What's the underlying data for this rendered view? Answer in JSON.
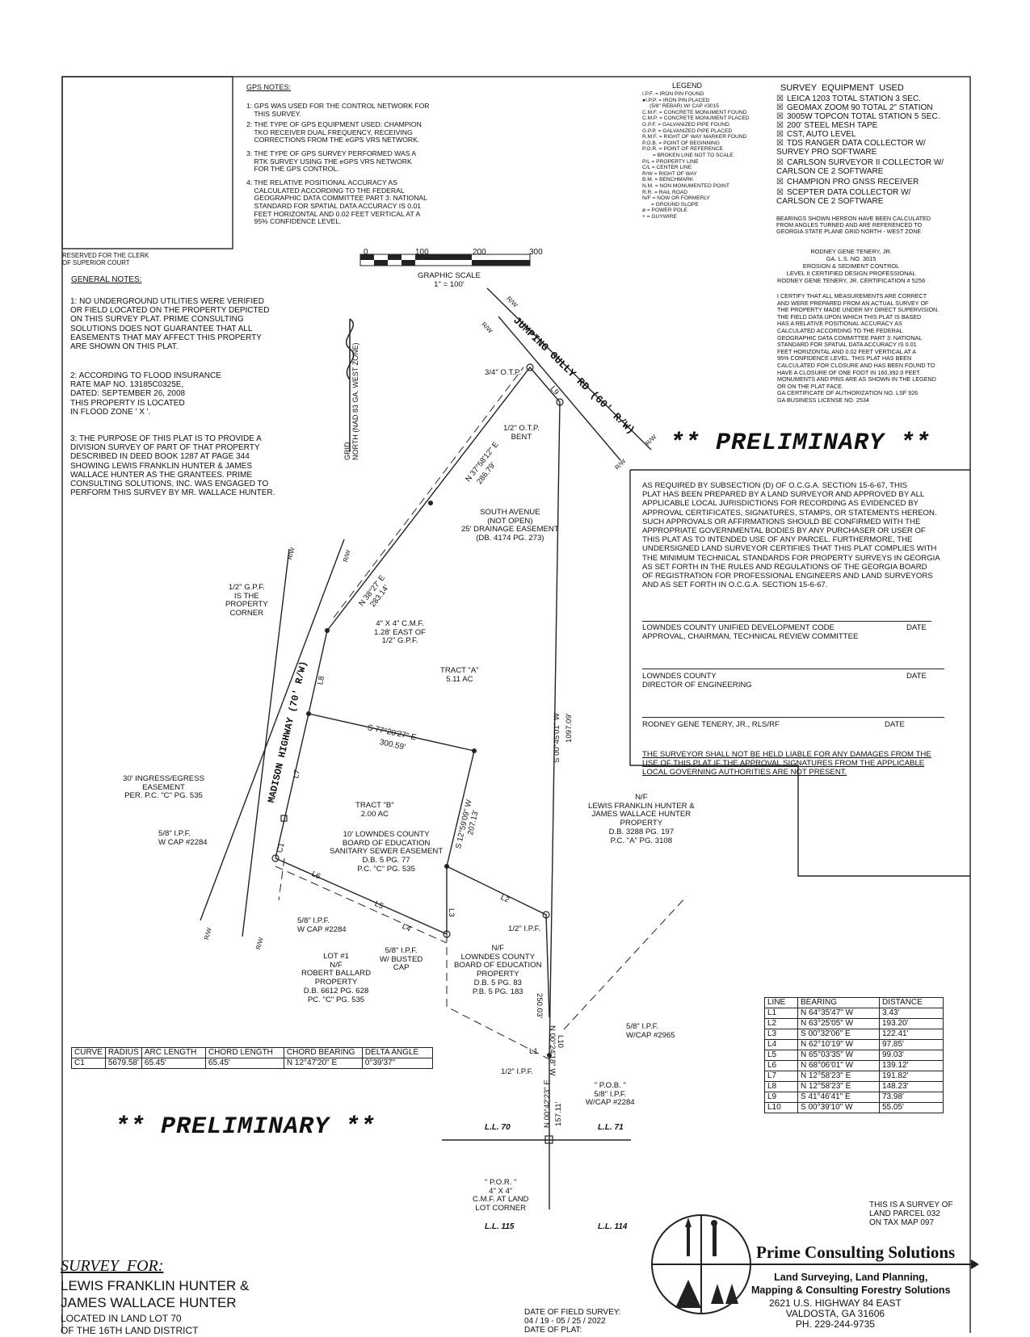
{
  "gps_notes": {
    "title": "GPS NOTES:",
    "items": [
      "1: GPS WAS USED FOR THE CONTROL NETWORK FOR\n    THIS SURVEY.",
      "2: THE TYPE OF GPS EQUIPMENT USED: CHAMPION\n    TKO RECEIVER DUAL FREQUENCY, RECEIVING\n    CORRECTIONS FROM THE eGPS VRS NETWORK.",
      "3: THE TYPE OF GPS SURVEY PERFORMED WAS A\n    RTK SURVEY USING THE eGPS VRS NETWORK\n    FOR THE GPS CONTROL.",
      "4: THE RELATIVE POSITIONAL ACCURACY AS\n    CALCULATED ACCORDING TO THE FEDERAL\n    GEOGRAPHIC DATA COMMITTEE PART 3: NATIONAL\n    STANDARD FOR SPATIAL DATA ACCURACY IS 0.01\n    FEET HORIZONTAL AND 0.02 FEET VERTICAL AT A\n    95% CONFIDENCE LEVEL."
    ]
  },
  "reserved": "RESERVED FOR THE CLERK\nOF SUPERIOR COURT",
  "general_notes": {
    "title": "GENERAL NOTES:",
    "note1": "1: NO UNDERGROUND UTILITIES WERE VERIFIED\nOR FIELD LOCATED ON THE PROPERTY DEPICTED\nON THIS SURVEY PLAT. PRIME CONSULTING\nSOLUTIONS DOES NOT GUARANTEE THAT ALL\nEASEMENTS THAT MAY AFFECT THIS PROPERTY\nARE SHOWN ON THIS PLAT.",
    "note2": "2: ACCORDING TO FLOOD INSURANCE\nRATE MAP NO. 13185C0325E,\nDATED: SEPTEMBER 26, 2008\nTHIS PROPERTY IS LOCATED\nIN FLOOD ZONE ' X '.",
    "note3": "3: THE PURPOSE OF THIS PLAT IS TO PROVIDE A\nDIVISION SURVEY OF PART OF THAT PROPERTY\nDESCRIBED IN DEED BOOK 1287 AT PAGE 344\nSHOWING LEWIS FRANKLIN HUNTER & JAMES\nWALLACE HUNTER AS THE GRANTEES. PRIME\nCONSULTING SOLUTIONS, INC. WAS ENGAGED TO\nPERFORM THIS SURVEY BY MR. WALLACE HUNTER."
  },
  "legend": {
    "title": "LEGEND",
    "entries": "I.P.F. = IRON PIN FOUND\n●I.P.P. = IRON PIN PLACED\n     (5/8\" REBAR) W/ CAP #3015\nC.M.F. = CONCRETE MONUMENT FOUND\nC.M.P. = CONCRETE MONUMENT PLACED\nG.P.F. = GALVANIZED PIPE FOUND\nG.P.P. = GALVANIZED PIPE PLACED\nR.M.F. = RIGHT OF WAY MARKER FOUND\nP.O.B. = POINT OF BEGINNING\nP.O.R. = POINT OF REFERENCE\n       = BROKEN LINE NOT TO SCALE\nP/L = PROPERTY LINE\nC/L = CENTER LINE\nR/W = RIGHT OF WAY\nB.M. = BENCHMARK\nN.M. = NON MONUMENTED POINT\nR.R. = RAIL ROAD\nN/F = NOW OR FORMERLY\n      = GROUND SLOPE\nø = POWER POLE\n+ = GUYWIRE"
  },
  "equipment": {
    "title": "SURVEY  EQUIPMENT  USED",
    "items": [
      "LEICA 1203 TOTAL STATION 3 SEC.",
      "GEOMAX ZOOM 90 TOTAL 2\" STATION",
      "3005W TOPCON TOTAL STATION 5 SEC.",
      "200' STEEL MESH TAPE",
      "CST, AUTO LEVEL",
      "TDS RANGER DATA COLLECTOR W/\nSURVEY PRO SOFTWARE",
      "CARLSON SURVEYOR II COLLECTOR W/\nCARLSON CE 2 SOFTWARE",
      "CHAMPION PRO GNSS RECEIVER",
      "SCEPTER DATA COLLECTOR W/\nCARLSON CE 2 SOFTWARE"
    ],
    "bearings_note": "BEARINGS SHOWN HEREON HAVE BEEN CALCULATED\nFROM ANGLES TURNED AND ARE REFERENCED TO\nGEORGIA STATE PLANE GRID NORTH - WEST ZONE"
  },
  "surveyor_block": "RODNEY GENE TENERY, JR.\nGA. L.S. NO. 3015\nEROSION & SEDIMENT CONTROL\nLEVEL II CERTIFIED DESIGN PROFESSIONAL\nRODNEY GENE TENERY, JR. CERTIFICATION # 5256",
  "certify": "I CERTIFY THAT ALL MEASUREMENTS ARE CORRECT\nAND WERE PREPARED FROM AN ACTUAL SURVEY OF\nTHE PROPERTY MADE UNDER MY DIRECT SUPERVISION.\nTHE FIELD DATA UPON WHICH THIS PLAT IS BASED\nHAS A RELATIVE POSITIONAL ACCURACY AS\nCALCULATED ACCORDING TO THE FEDERAL\nGEOGRAPHIC DATA COMMITTEE PART 3: NATIONAL\nSTANDARD FOR SPATIAL DATA ACCURACY IS 0.01\nFEET HORIZONTAL AND 0.02 FEET VERTICAL AT A\n95% CONFIDENCE LEVEL. THIS PLAT HAS BEEN\nCALCULATED FOR CLOSURE AND HAS BEEN FOUND TO\nHAVE A CLOSURE OF ONE FOOT IN 160,392.0 FEET.\nMONUMENTS AND PINS ARE AS SHOWN IN THE LEGEND\nOR ON THE PLAT FACE.\nGA CERTIFICATE OF AUTHORIZATION NO. LSF 926\nGA BUSINESS LICENSE NO. 2534",
  "preliminary": "** PRELIMINARY **",
  "ocga": "AS REQUIRED BY SUBSECTION (D) OF O.C.G.A. SECTION 15-6-67, THIS\nPLAT HAS BEEN PREPARED BY A LAND SURVEYOR AND APPROVED BY ALL\nAPPLICABLE LOCAL JURISDICTIONS FOR RECORDING AS EVIDENCED BY\nAPPROVAL CERTIFICATES, SIGNATURES, STAMPS, OR STATEMENTS HEREON.\nSUCH APPROVALS OR AFFIRMATIONS SHOULD BE CONFIRMED WITH THE\nAPPROPRIATE GOVERNMENTAL BODIES BY ANY PURCHASER OR USER OF\nTHIS PLAT AS TO INTENDED USE OF ANY PARCEL. FURTHERMORE, THE\nUNDERSIGNED LAND SURVEYOR CERTIFIES THAT THIS PLAT COMPLIES WITH\nTHE MINIMUM TECHNICAL STANDARDS FOR PROPERTY SURVEYS IN GEORGIA\nAS SET FORTH IN THE RULES AND REGULATIONS OF THE GEORGIA BOARD\nOF REGISTRATION FOR PROFESSIONAL ENGINEERS AND LAND SURVEYORS\nAND AS SET FORTH IN O.C.G.A. SECTION 15-6-67.",
  "signatures": [
    {
      "label": "LOWNDES COUNTY UNIFIED DEVELOPMENT CODE\nAPPROVAL, CHAIRMAN, TECHNICAL REVIEW COMMITTEE",
      "date": "DATE"
    },
    {
      "label": "LOWNDES COUNTY\nDIRECTOR OF ENGINEERING",
      "date": "DATE"
    },
    {
      "label": "RODNEY GENE TENERY, JR., RLS/RF",
      "date": "DATE"
    }
  ],
  "liability": "THE SURVEYOR SHALL NOT BE HELD LIABLE FOR ANY DAMAGES FROM THE\nUSE OF THIS PLAT IF THE APPROVAL SIGNATURES FROM THE APPLICABLE\nLOCAL GOVERNING AUTHORITIES ARE NOT PRESENT.",
  "scale": {
    "ticks": [
      "0",
      "100",
      "200",
      "300"
    ],
    "label": "GRAPHIC SCALE\n1\" = 100'"
  },
  "north": "GRID\nNORTH (NAD 83 GA. WEST ZONE)",
  "plat_labels": {
    "jumping_gully": "JUMPING GULLY RD (60' R/W)",
    "madison": "MADISON HIGHWAY (70' R/W)",
    "otp_34": "3/4\" O.T.P.",
    "otp_12": "1/2\" O.T.P.\nBENT",
    "south_avenue": "SOUTH AVENUE\n(NOT OPEN)\n25' DRAINAGE EASEMENT\n(DB. 4174 PG. 273)",
    "gpf": "1/2\" G.P.F.\nIS THE\nPROPERTY\nCORNER",
    "cmf": "4\" X 4\" C.M.F.\n1.28' EAST OF\n1/2\" G.P.F.",
    "tract_a": "TRACT \"A\"\n5.11 AC",
    "tract_b": "TRACT \"B\"\n2.00 AC",
    "ingress": "30' INGRESS/EGRESS\nEASEMENT\nPER. P.C. \"C\" PG. 535",
    "ipf_2284_a": "5/8\" I.P.F.\nW CAP #2284",
    "sewer": "10' LOWNDES COUNTY\nBOARD OF EDUCATION\nSANITARY SEWER EASEMENT\nD.B. 5 PG. 77\nP.C. \"C\" PG. 535",
    "ipf_2284_b": "5/8\" I.P.F.\nW CAP #2284",
    "busted": "5/8\" I.P.F.\nW/ BUSTED\nCAP",
    "lot1": "LOT #1\nN/F\nROBERT BALLARD\nPROPERTY\nD.B. 6612 PG. 628\nPC. \"C\" PG. 535",
    "board": "N/F\nLOWNDES COUNTY\nBOARD OF EDUCATION\nPROPERTY\nD.B. 5 PG. 83\nP.B. 5 PG. 183",
    "hunter_nf": "N/F\nLEWIS FRANKLIN HUNTER &\nJAMES WALLACE HUNTER\nPROPERTY\nD.B. 3288 PG. 197\nP.C. \"A\" PG. 3108",
    "ipf_12_a": "1/2\" I.P.F.",
    "ipf_2965": "5/8\" I.P.F.\nW/CAP #2965",
    "ipf_12_b": "1/2\" I.P.F.",
    "pob": "\" P.O.B. \"\n5/8\" I.P.F.\nW/CAP #2284",
    "por": "\" P.O.R. \"\n4\" X 4\"\nC.M.F. AT LAND\nLOT CORNER",
    "ll70": "L.L. 70",
    "ll71": "L.L. 71",
    "ll115": "L.L. 115",
    "ll114": "L.L. 114",
    "b_n3758": "N 37°58'12\" E",
    "d_28679": "286.79'",
    "b_n3827": "N 38°27' E",
    "d_28314": "283.14'",
    "b_s7720": "S 77°20'27\" E",
    "d_30059": "300.59'",
    "b_s1259": "S 12°59'09\" W",
    "d_20713": "207.13'",
    "b_s0045": "S 00°45'01\" W",
    "d_109709": "1097.09'",
    "b_n0024": "N 00°24'18\" W",
    "d_25003": "250.03'",
    "b_n0042": "N 00°42'23\" E",
    "d_15711": "157.11'",
    "rw": "R/W",
    "l1": "L1",
    "l2": "L2",
    "l3": "L3",
    "l4": "L4",
    "l5": "L5",
    "l6": "L6",
    "l7": "L7",
    "l8": "L8",
    "l9": "L9",
    "l10": "L10",
    "c1": "C1"
  },
  "curve_table": {
    "headers": [
      "CURVE",
      "RADIUS",
      "ARC LENGTH",
      "CHORD LENGTH",
      "CHORD BEARING",
      "DELTA ANGLE"
    ],
    "rows": [
      [
        "C1",
        "5679.58'",
        "65.45'",
        "65.45'",
        "N 12°47'20\" E",
        "0°39'37\""
      ]
    ]
  },
  "line_table": {
    "headers": [
      "LINE",
      "BEARING",
      "DISTANCE"
    ],
    "rows": [
      [
        "L1",
        "N 64°35'47\" W",
        "3.43'"
      ],
      [
        "L2",
        "N 63°25'05\" W",
        "193.20'"
      ],
      [
        "L3",
        "S 00°32'06\" E",
        "122.41'"
      ],
      [
        "L4",
        "N 62°10'19\" W",
        "97.85'"
      ],
      [
        "L5",
        "N 65°03'35\" W",
        "99.03'"
      ],
      [
        "L6",
        "N 68°06'01\" W",
        "139.12'"
      ],
      [
        "L7",
        "N 12°58'23\" E",
        "191.82'"
      ],
      [
        "L8",
        "N 12°58'23\" E",
        "148.23'"
      ],
      [
        "L9",
        "S 41°46'41\" E",
        "73.98'"
      ],
      [
        "L10",
        "S 00°39'10\" W",
        "55.05'"
      ]
    ]
  },
  "tax_note": "THIS IS A SURVEY OF\nLAND PARCEL 032\nON TAX MAP 097",
  "survey_for": {
    "title": "SURVEY  FOR:",
    "names": "LEWIS FRANKLIN HUNTER &\nJAMES WALLACE HUNTER",
    "location": "LOCATED IN LAND LOT 70\nOF THE 16TH LAND DISTRICT"
  },
  "dates": "DATE OF FIELD SURVEY:\n04 / 19 - 05 / 25 / 2022\nDATE OF PLAT:",
  "company": {
    "name": "Prime Consulting Solutions",
    "services": "Land Surveying, Land Planning,\nMapping & Consulting Forestry Solutions",
    "address": "2621 U.S. HIGHWAY 84 EAST\nVALDOSTA, GA 31606\nPH. 229-244-9735"
  }
}
